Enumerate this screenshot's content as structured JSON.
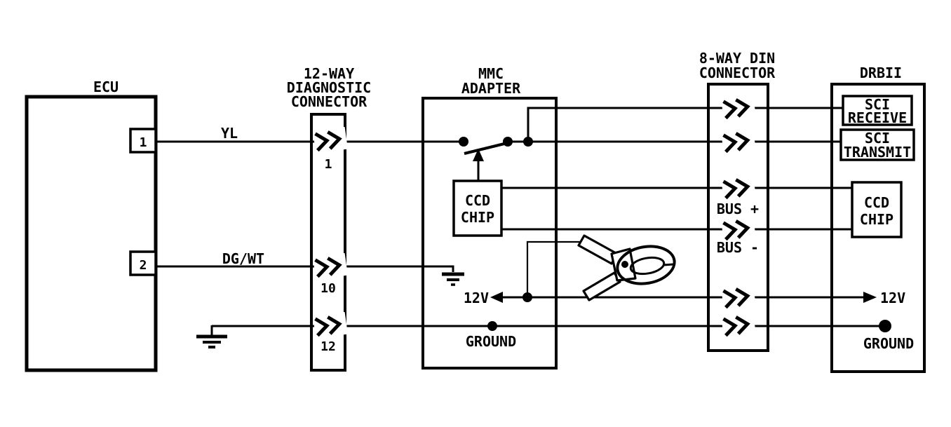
{
  "colors": {
    "ink": "#000000",
    "paper": "#ffffff"
  },
  "ecu": {
    "title": "ECU",
    "pins": [
      "1",
      "2"
    ]
  },
  "diag_connector": {
    "title": [
      "12-WAY",
      "DIAGNOSTIC",
      "CONNECTOR"
    ],
    "pins": [
      "1",
      "10",
      "12"
    ]
  },
  "mmc": {
    "title": [
      "MMC",
      "ADAPTER"
    ],
    "ccd_chip": [
      "CCD",
      "CHIP"
    ],
    "twelve_volt": "12V",
    "ground": "GROUND"
  },
  "din_connector": {
    "title": [
      "8-WAY DIN",
      "CONNECTOR"
    ],
    "bus_plus": "BUS +",
    "bus_minus": "BUS -"
  },
  "drbii": {
    "title": "DRBII",
    "sci_receive": [
      "SCI",
      "RECEIVE"
    ],
    "sci_transmit": [
      "SCI",
      "TRANSMIT"
    ],
    "ccd_chip": [
      "CCD",
      "CHIP"
    ],
    "twelve_volt": "12V",
    "ground": "GROUND"
  },
  "wire_labels": {
    "yl": "YL",
    "dg_wt": "DG/WT"
  }
}
